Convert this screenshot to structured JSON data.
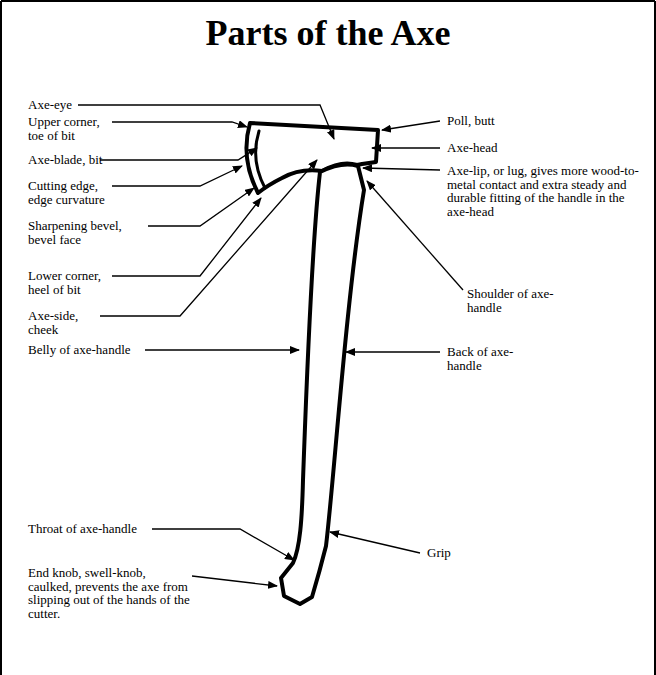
{
  "diagram": {
    "title": "Parts of the Axe",
    "labels": [
      "Axe-eye",
      "Upper corner, toe of bit",
      "Axe-blade, bit",
      "Cutting edge, edge curvature",
      "Sharpening bevel, bevel face",
      "Lower corner, heel of bit",
      "Axe-side, cheek",
      "Belly of axe-handle",
      "Throat of axe-handle",
      "End knob, swell-knob, caulked, prevents the axe from slipping out of the hands of the cutter.",
      "Poll, butt",
      "Axe-head",
      "Axe-lip, or lug, gives more wood-to-metal contact and extra steady and durable fitting of the handle in the axe-head",
      "Shoulder of axe-handle",
      "Back of axe-handle",
      "Grip"
    ]
  }
}
